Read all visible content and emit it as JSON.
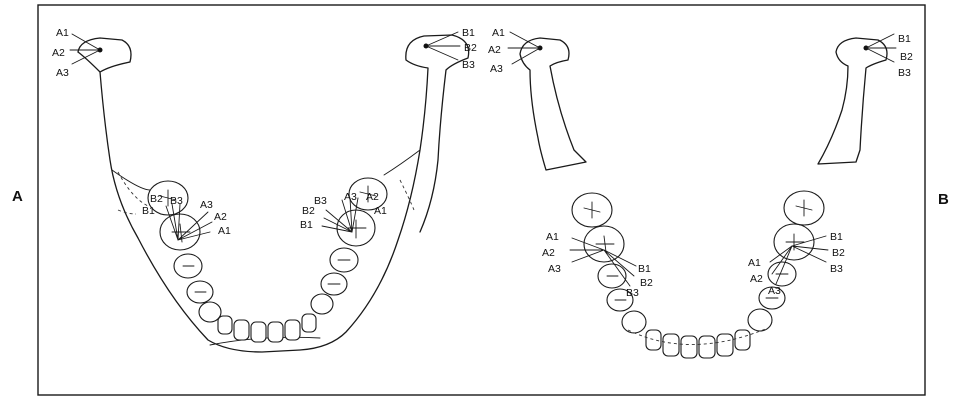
{
  "panels": {
    "left_letter": "A",
    "right_letter": "B"
  },
  "labels": {
    "a1": "A1",
    "a2": "A2",
    "a3": "A3",
    "b1": "B1",
    "b2": "B2",
    "b3": "B3"
  }
}
